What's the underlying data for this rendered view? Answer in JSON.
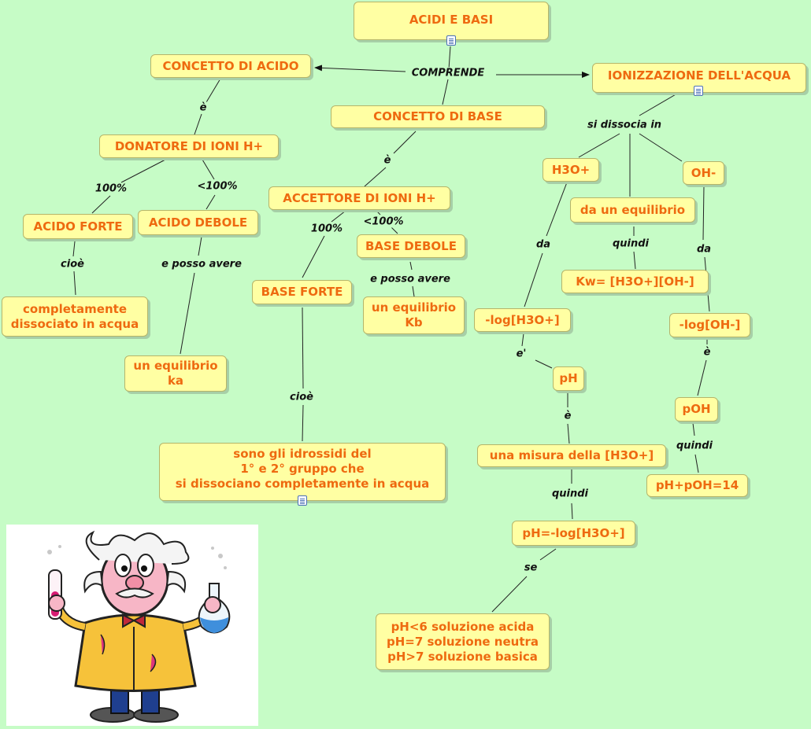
{
  "nodes": {
    "acidi_basi": "ACIDI E BASI",
    "concetto_acido": "CONCETTO DI ACIDO",
    "ionizzazione": "IONIZZAZIONE DELL'ACQUA",
    "concetto_base": "CONCETTO DI BASE",
    "donatore": "DONATORE DI IONI H+",
    "accettore": "ACCETTORE DI IONI H+",
    "acido_forte": "ACIDO FORTE",
    "acido_debole": "ACIDO DEBOLE",
    "base_debole": "BASE DEBOLE",
    "base_forte": "BASE FORTE",
    "completamente": "completamente\ndissociato in acqua",
    "equilibrio_ka": "un equilibrio\nka",
    "equilibrio_kb": "un equilibrio\nKb",
    "idrossidi": "sono gli idrossidi del\n1° e 2° gruppo che\nsi dissociano completamente in acqua",
    "h3o": "H3O+",
    "oh": "OH-",
    "da_equilibrio": "da un equilibrio",
    "kw": "Kw= [H3O+][OH-]",
    "log_h3o": "-log[H3O+]",
    "log_oh": "-log[OH-]",
    "ph": "pH",
    "poh": "pOH",
    "misura": "una misura della [H3O+]",
    "ph_poh": "pH+pOH=14",
    "ph_formula": "pH=-log[H3O+]",
    "ph_valori": "pH<6 soluzione acida\npH=7 soluzione neutra\npH>7 soluzione basica"
  },
  "labels": {
    "comprende": "COMPRENDE",
    "e_acido": "è",
    "e_base": "è",
    "p100_acido": "100%",
    "lt100_acido": "<100%",
    "p100_base": "100%",
    "lt100_base": "<100%",
    "cioe_acido": "cioè",
    "posso_acido": "e posso avere",
    "posso_base": "e posso avere",
    "cioe_base": "cioè",
    "si_dissocia": "si dissocia in",
    "da_h3o": "da",
    "quindi_kw": "quindi",
    "da_oh": "da",
    "e_apos": "e'",
    "e_poh": "è",
    "e_ph": "è",
    "quindi_poh": "quindi",
    "quindi_ph": "quindi",
    "se": "se"
  },
  "icons": [
    "document-icon",
    "scientist-illustration"
  ],
  "colors": {
    "background": "#c6fcc6",
    "node_fill": "#ffffa3",
    "node_text": "#ee6a10",
    "link": "#222222"
  }
}
